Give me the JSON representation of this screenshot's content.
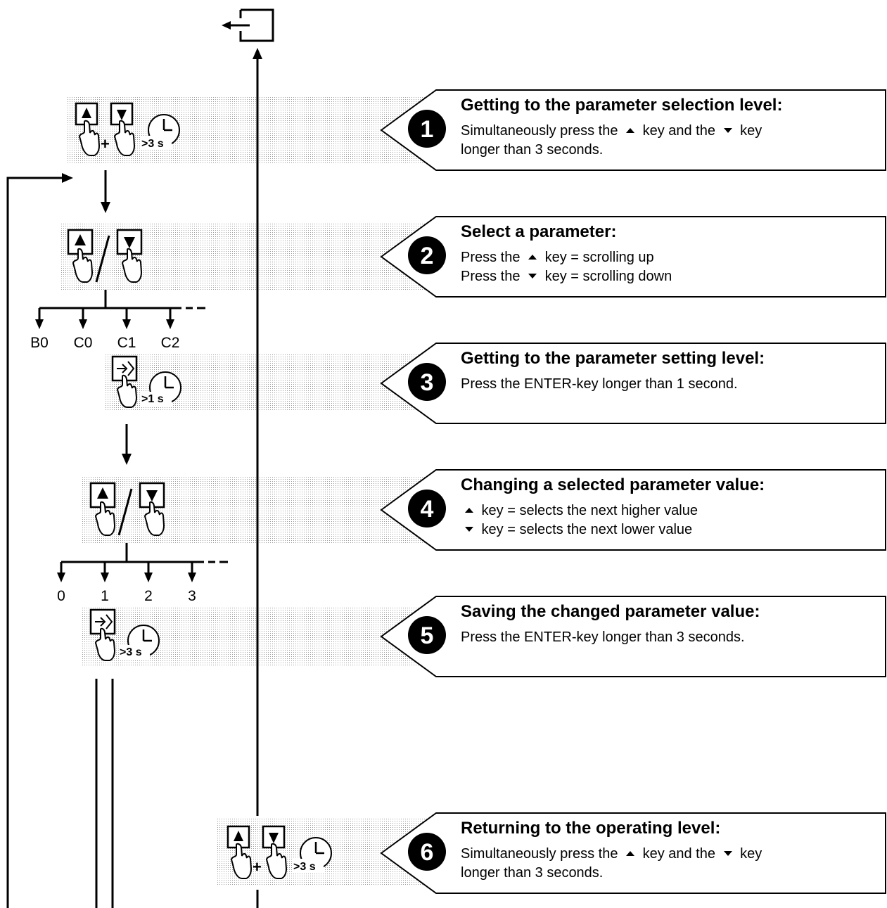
{
  "steps": [
    {
      "number": "1",
      "title": "Getting to the parameter selection level:",
      "desc": [
        "Simultaneously press the ",
        "up",
        " key and the ",
        "down",
        " key\nlonger than 3 seconds."
      ],
      "icon": "up-plus-down-keys-3s"
    },
    {
      "number": "2",
      "title": "Select a parameter:",
      "desc": [
        "Press the ",
        "up",
        " key = scrolling up\nPress the ",
        "down",
        " key = scrolling down"
      ],
      "icon": "up-or-down-keys"
    },
    {
      "number": "3",
      "title": "Getting to the parameter setting level:",
      "desc": [
        "Press the ENTER-key longer than 1 second."
      ],
      "icon": "enter-key-1s"
    },
    {
      "number": "4",
      "title": "Changing a selected parameter value:",
      "desc": [
        "up",
        " key = selects the next higher value\n",
        "down",
        " key = selects the next lower value"
      ],
      "icon": "up-or-down-keys"
    },
    {
      "number": "5",
      "title": "Saving the changed parameter value:",
      "desc": [
        "Press the ENTER-key longer than 3 seconds."
      ],
      "icon": "enter-key-3s"
    },
    {
      "number": "6",
      "title": "Returning to the operating level:",
      "desc": [
        "Simultaneously press the ",
        "up",
        " key and the ",
        "down",
        " key\nlonger than 3 seconds."
      ],
      "icon": "up-plus-down-keys-3s"
    }
  ],
  "parameter_labels": [
    "B0",
    "C0",
    "C1",
    "C2"
  ],
  "value_labels": [
    "0",
    "1",
    "2",
    "3"
  ],
  "timer_labels": {
    "t3": ">3 s",
    "t1": ">1 s"
  },
  "exit_icon": "exit-arrow-icon"
}
